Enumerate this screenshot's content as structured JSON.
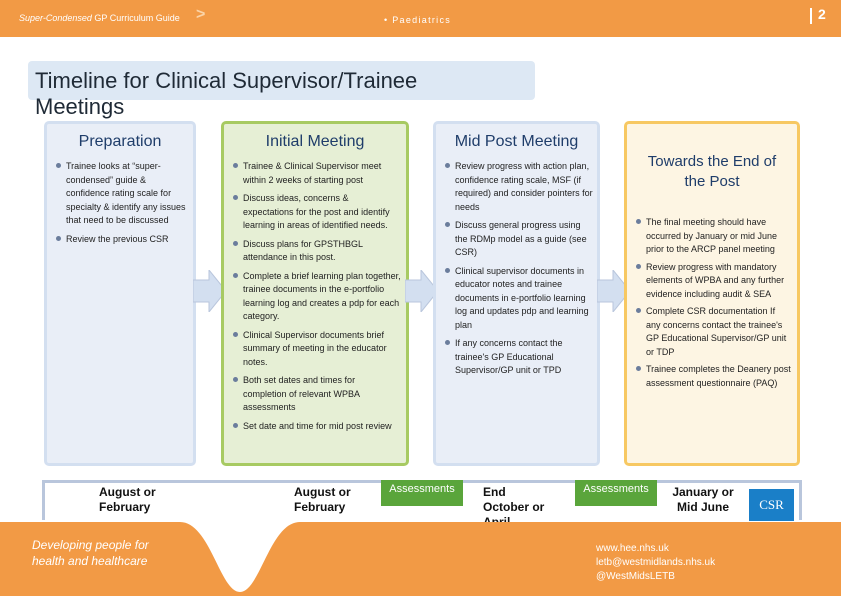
{
  "header": {
    "guide_italic": "Super-Condensed",
    "guide_rest": " GP Curriculum Guide",
    "chevron": ">",
    "section": "• Paediatrics",
    "page_number": "2"
  },
  "title": "Timeline for Clinical Supervisor/Trainee Meetings",
  "panels": {
    "preparation": {
      "title": "Preparation",
      "items": [
        "Trainee looks at “super-condensed” guide & confidence rating scale for specialty & identify any issues that need to be discussed",
        "Review the previous CSR"
      ]
    },
    "initial": {
      "title": "Initial Meeting",
      "items": [
        "Trainee & Clinical Supervisor meet within 2 weeks of starting post",
        "Discuss ideas, concerns & expectations for the post and identify learning in areas of identified needs.",
        "Discuss plans for GPSTHBGL attendance in this post.",
        "Complete a brief learning plan together, trainee documents in the e-portfolio learning log and creates a pdp for each category.",
        "Clinical Supervisor documents brief summary of meeting in the educator notes.",
        "Both set dates and times for completion of relevant WPBA assessments",
        "Set date and time for mid post review"
      ]
    },
    "mid": {
      "title": "Mid Post Meeting",
      "items": [
        "Review progress with action plan, confidence rating scale, MSF (if required) and consider pointers for needs",
        "Discuss general progress using the RDMp model as a guide (see CSR)",
        "Clinical supervisor documents in educator notes and trainee documents in e-portfolio learning log and updates pdp and learning plan",
        "If any concerns contact the trainee's GP Educational Supervisor/GP unit or TPD"
      ]
    },
    "end": {
      "title": "Towards the End of the Post",
      "items": [
        "The final meeting should have occurred by January or mid June prior to the ARCP panel meeting",
        "Review progress with mandatory elements of WPBA and any further evidence including audit & SEA",
        "Complete CSR documentation If any concerns contact the trainee's GP Educational Supervisor/GP unit or TDP",
        "Trainee completes the Deanery post assessment questionnaire (PAQ)"
      ]
    }
  },
  "timeline": {
    "date1": "August or February",
    "date2": "August or February",
    "assessments1": "Assessments",
    "date3": "End October or April",
    "assessments2": "Assessments",
    "date4": "January or Mid June",
    "csr": "CSR"
  },
  "footer": {
    "tagline": "Developing people for health and healthcare",
    "links": [
      "www.hee.nhs.uk",
      "letb@westmidlands.nhs.uk",
      "@WestMidsLETB"
    ]
  },
  "colors": {
    "orange": "#f29a45",
    "green": "#5aa53b",
    "blue": "#1a7fc8",
    "initial_border": "#a7ca62",
    "end_border": "#f7c862"
  }
}
